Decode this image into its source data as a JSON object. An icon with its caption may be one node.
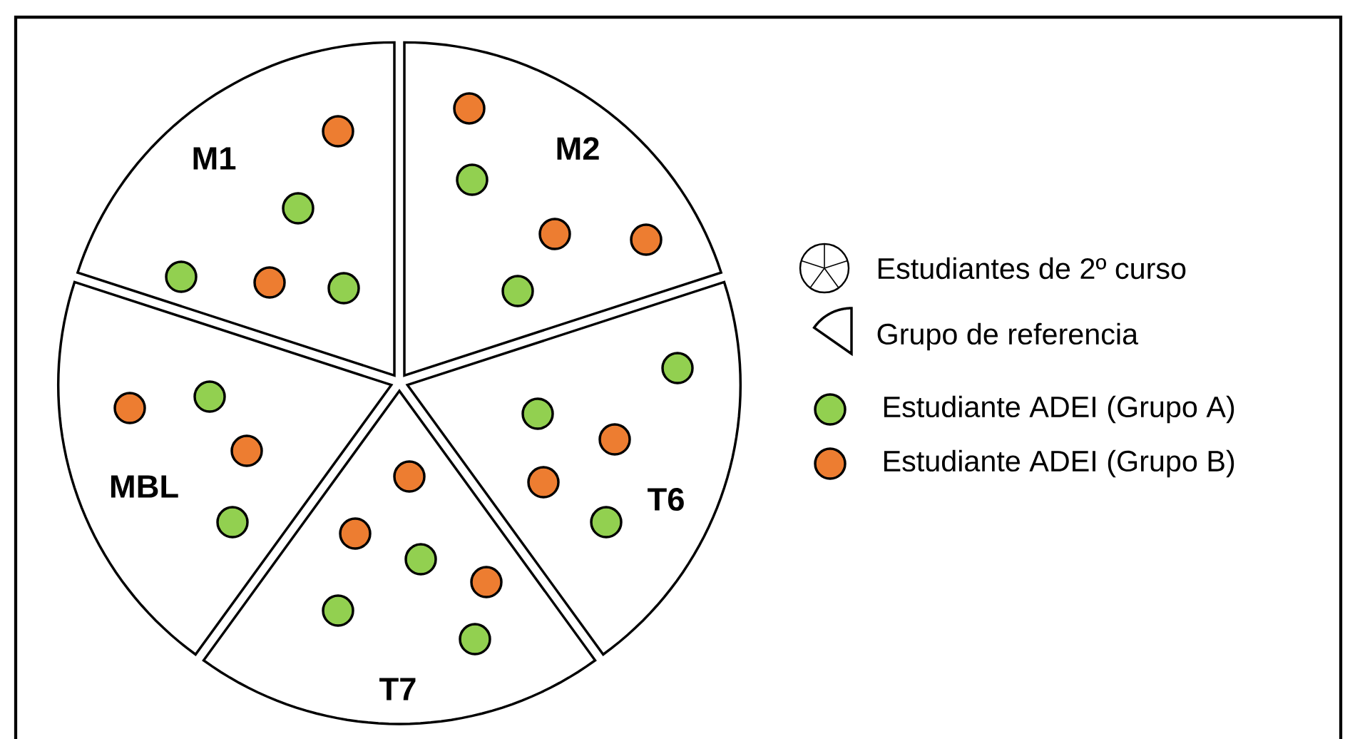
{
  "diagram": {
    "nodes": [
      {
        "text": [
          "M1"
        ]
      },
      {
        "text": [
          "M2"
        ]
      },
      {
        "text": [
          "MBL"
        ]
      },
      {
        "text": [
          "T6"
        ]
      },
      {
        "text": [
          "T7"
        ]
      }
    ],
    "edges": [],
    "legend": [
      {
        "text": "Estudiantes de 2º curso"
      },
      {
        "text": "Grupo de referencia"
      },
      {
        "text": "Estudiante ADEI (Grupo A)",
        "color": "#92d050"
      },
      {
        "text": "Estudiante ADEI (Grupo B)",
        "color": "#ed7d31"
      }
    ]
  }
}
